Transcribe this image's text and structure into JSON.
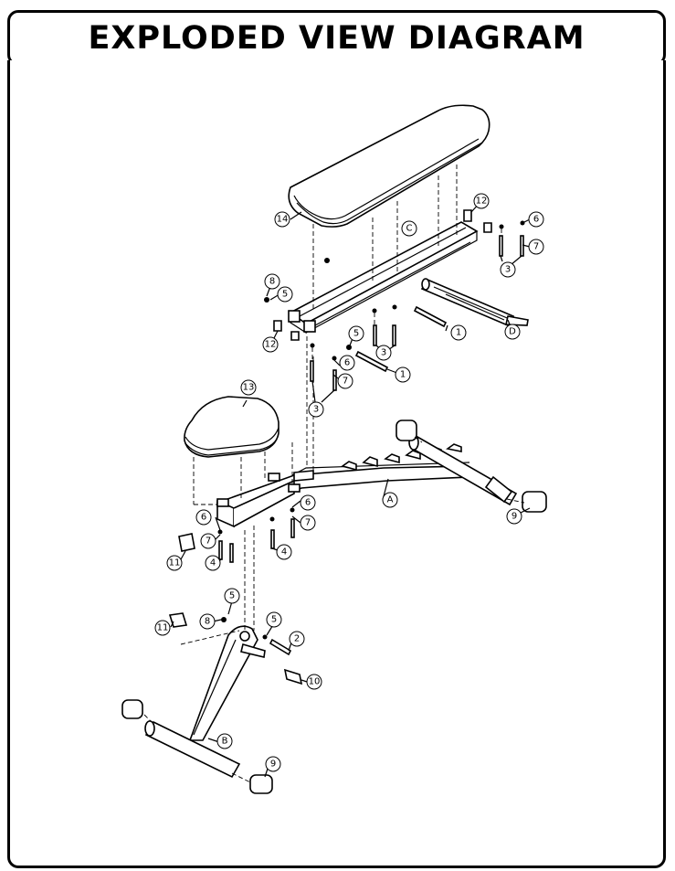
{
  "title": "EXPLODED VIEW DIAGRAM",
  "callouts": {
    "p1a": "1",
    "p1b": "1",
    "p2": "2",
    "p3a": "3",
    "p3b": "3",
    "p3c": "3",
    "p4a": "4",
    "p4b": "4",
    "p5a": "5",
    "p5b": "5",
    "p5c": "5",
    "p5d": "5",
    "p6a": "6",
    "p6b": "6",
    "p6c": "6",
    "p6d": "6",
    "p7a": "7",
    "p7b": "7",
    "p7c": "7",
    "p7d": "7",
    "p8a": "8",
    "p8b": "8",
    "p9a": "9",
    "p9b": "9",
    "p10": "10",
    "p11a": "11",
    "p11b": "11",
    "p12a": "12",
    "p12b": "12",
    "p13": "13",
    "p14": "14",
    "pA": "A",
    "pB": "B",
    "pC": "C",
    "pD": "D"
  }
}
